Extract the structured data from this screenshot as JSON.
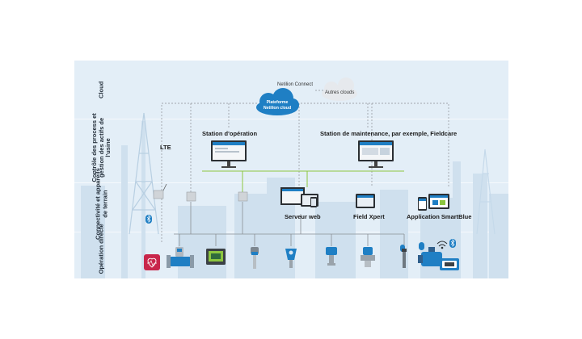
{
  "bands": {
    "cloud": "Cloud",
    "control": "Contrôle des process et gestion des actifs de l'usine",
    "connectivity": "Connectivité et appareils de terrain",
    "direct": "Opération directe"
  },
  "cloud": {
    "connect_label": "Netilion Connect",
    "platform_line1": "Plateforme",
    "platform_line2": "Netilion cloud",
    "other_clouds": "Autres clouds"
  },
  "labels": {
    "lte": "LTE",
    "operation_station": "Station d'opération",
    "maintenance_station": "Station de maintenance, par exemple, Fieldcare",
    "web_server": "Serveur web",
    "field_xpert": "Field Xpert",
    "smartblue_app": "Application SmartBlue"
  },
  "colors": {
    "band": "#e3eef7",
    "band_dark": "#d6e6f2",
    "cloud_primary": "#1f7fc4",
    "cloud_grey": "#e6e9ed",
    "accent_green": "#8cc63f",
    "line_grey": "#8a8f94",
    "heart_red": "#c8264b"
  }
}
